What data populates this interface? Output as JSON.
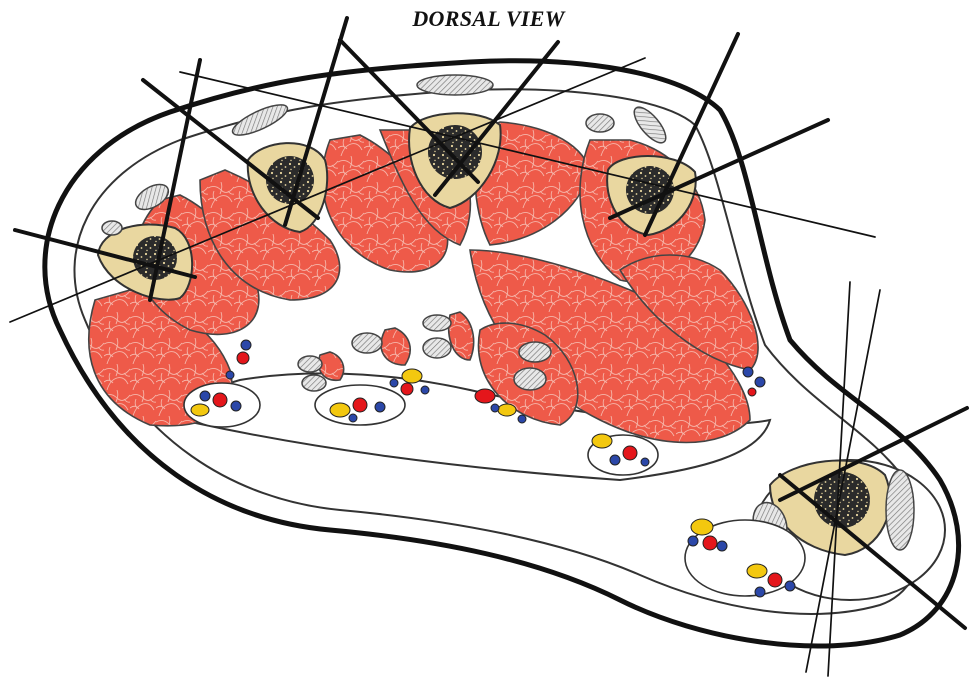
{
  "figure": {
    "title": "DORSAL VIEW",
    "content": "cross-section",
    "colors": {
      "skin_outline": "#111111",
      "muscle": "#ee5a49",
      "muscle_vein": "#f7c1b8",
      "bone": "#e9d7a0",
      "marrow": "#1a1a1a",
      "tendon": "#cfcfcf",
      "artery": "#e4161b",
      "vein": "#2b47a8",
      "nerve": "#f3c80f",
      "leader_line": "#111111"
    },
    "structures": [
      "skin",
      "metatarsal-bones",
      "intrinsic-muscles",
      "tendons",
      "neurovascular-bundles"
    ],
    "leader_lines": "needle-insertion-lines"
  }
}
